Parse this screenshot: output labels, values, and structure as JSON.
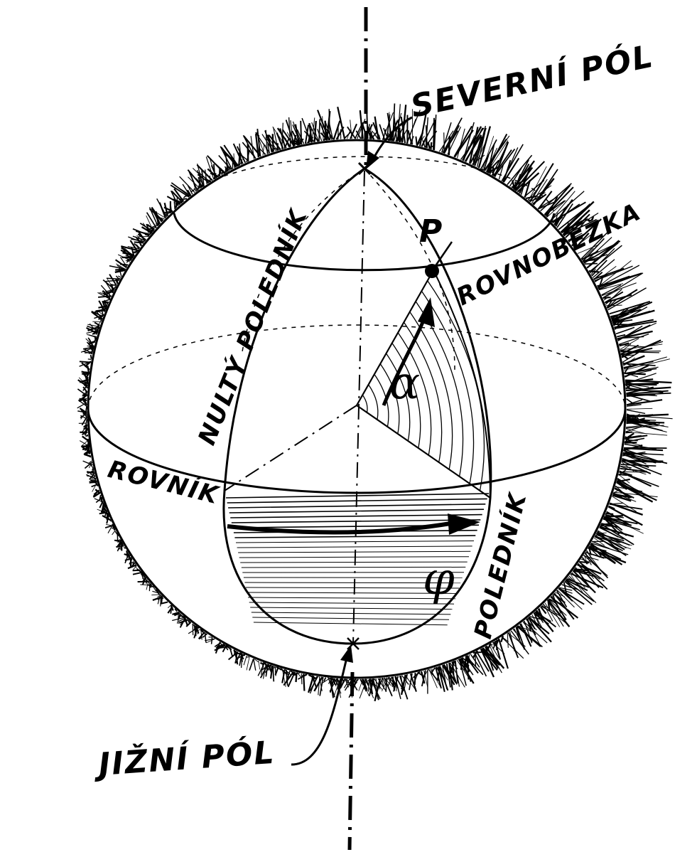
{
  "diagram": {
    "labels": {
      "north_pole": "SEVERNÍ PÓL",
      "south_pole": "JIŽNÍ PÓL",
      "prime_meridian": "NULTÝ POLEDNÍK",
      "meridian": "POLEDNÍK",
      "parallel": "ROVNOBĚŽKA",
      "equator": "ROVNÍK",
      "point": "P",
      "latitude_symbol": "α",
      "longitude_symbol": "φ"
    },
    "colors": {
      "ink": "#000000",
      "paper": "#ffffff"
    }
  }
}
